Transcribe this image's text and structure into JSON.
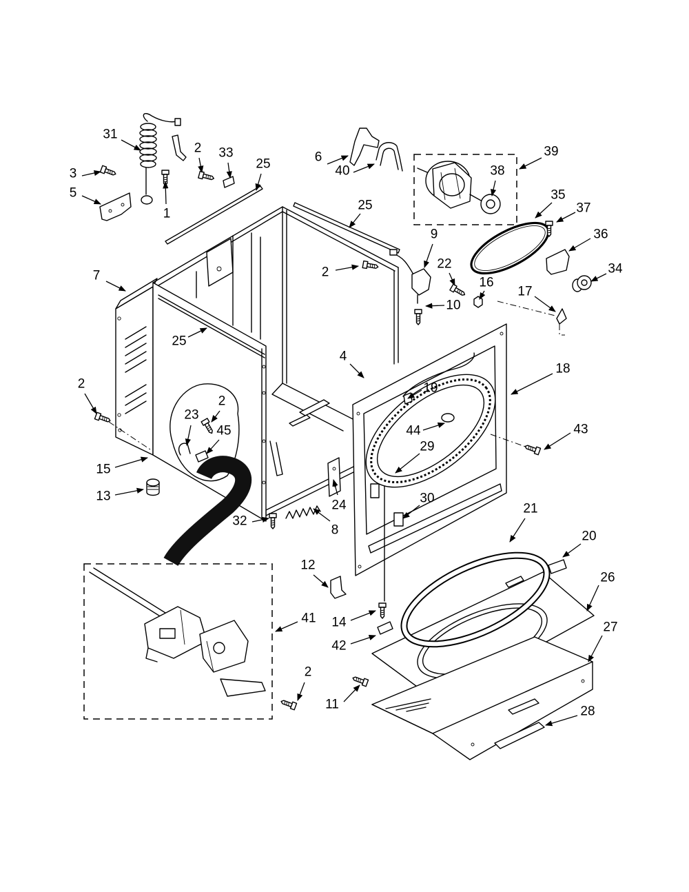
{
  "callouts": [
    "31",
    "2",
    "33",
    "25",
    "3",
    "5",
    "1",
    "6",
    "40",
    "39",
    "38",
    "25",
    "35",
    "37",
    "36",
    "9",
    "7",
    "2",
    "22",
    "16",
    "17",
    "34",
    "10",
    "25",
    "4",
    "18",
    "19",
    "2",
    "2",
    "23",
    "45",
    "44",
    "43",
    "29",
    "15",
    "13",
    "30",
    "24",
    "32",
    "8",
    "21",
    "20",
    "26",
    "12",
    "41",
    "14",
    "27",
    "42",
    "2",
    "11",
    "28"
  ]
}
